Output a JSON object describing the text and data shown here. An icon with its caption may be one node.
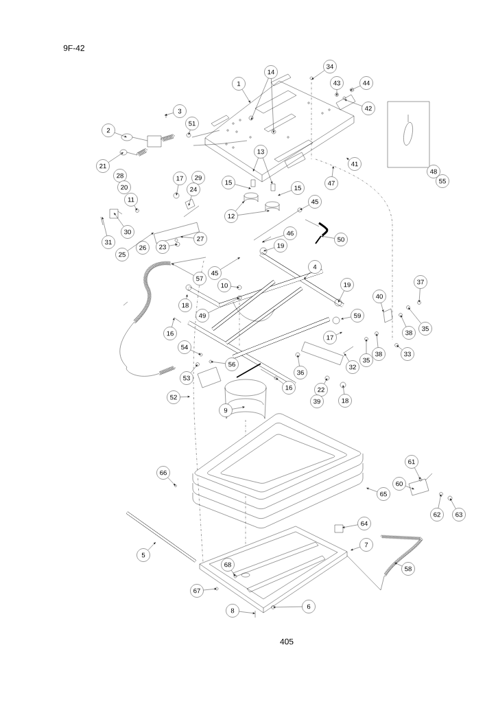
{
  "diagram": {
    "title": "9F-42",
    "nodes": [
      {
        "text": [
          "1"
        ]
      },
      {
        "text": [
          "14"
        ]
      },
      {
        "text": [
          "34"
        ]
      },
      {
        "text": [
          "43"
        ]
      },
      {
        "text": [
          "44"
        ]
      },
      {
        "text": [
          "42"
        ]
      },
      {
        "text": [
          "3"
        ]
      },
      {
        "text": [
          "2"
        ]
      },
      {
        "text": [
          "51"
        ]
      },
      {
        "text": [
          "21"
        ]
      },
      {
        "text": [
          "13"
        ]
      },
      {
        "text": [
          "41"
        ]
      },
      {
        "text": [
          "47"
        ]
      },
      {
        "text": [
          "48"
        ]
      },
      {
        "text": [
          "55"
        ]
      },
      {
        "text": [
          "28"
        ]
      },
      {
        "text": [
          "20"
        ]
      },
      {
        "text": [
          "17"
        ]
      },
      {
        "text": [
          "29"
        ]
      },
      {
        "text": [
          "24"
        ]
      },
      {
        "text": [
          "15"
        ]
      },
      {
        "text": [
          "15"
        ]
      },
      {
        "text": [
          "11"
        ]
      },
      {
        "text": [
          "45"
        ]
      },
      {
        "text": [
          "12"
        ]
      },
      {
        "text": [
          "30"
        ]
      },
      {
        "text": [
          "31"
        ]
      },
      {
        "text": [
          "46"
        ]
      },
      {
        "text": [
          "27"
        ]
      },
      {
        "text": [
          "50"
        ]
      },
      {
        "text": [
          "25"
        ]
      },
      {
        "text": [
          "26"
        ]
      },
      {
        "text": [
          "23"
        ]
      },
      {
        "text": [
          "19"
        ]
      },
      {
        "text": [
          "57"
        ]
      },
      {
        "text": [
          "45"
        ]
      },
      {
        "text": [
          "4"
        ]
      },
      {
        "text": [
          "10"
        ]
      },
      {
        "text": [
          "19"
        ]
      },
      {
        "text": [
          "37"
        ]
      },
      {
        "text": [
          "40"
        ]
      },
      {
        "text": [
          "18"
        ]
      },
      {
        "text": [
          "49"
        ]
      },
      {
        "text": [
          "59"
        ]
      },
      {
        "text": [
          "38"
        ]
      },
      {
        "text": [
          "35"
        ]
      },
      {
        "text": [
          "17"
        ]
      },
      {
        "text": [
          "16"
        ]
      },
      {
        "text": [
          "35"
        ]
      },
      {
        "text": [
          "38"
        ]
      },
      {
        "text": [
          "33"
        ]
      },
      {
        "text": [
          "54"
        ]
      },
      {
        "text": [
          "56"
        ]
      },
      {
        "text": [
          "36"
        ]
      },
      {
        "text": [
          "32"
        ]
      },
      {
        "text": [
          "53"
        ]
      },
      {
        "text": [
          "16"
        ]
      },
      {
        "text": [
          "22"
        ]
      },
      {
        "text": [
          "39"
        ]
      },
      {
        "text": [
          "18"
        ]
      },
      {
        "text": [
          "52"
        ]
      },
      {
        "text": [
          "9"
        ]
      },
      {
        "text": [
          "61"
        ]
      },
      {
        "text": [
          "60"
        ]
      },
      {
        "text": [
          "66"
        ]
      },
      {
        "text": [
          "65"
        ]
      },
      {
        "text": [
          "62"
        ]
      },
      {
        "text": [
          "63"
        ]
      },
      {
        "text": [
          "64"
        ]
      },
      {
        "text": [
          "7"
        ]
      },
      {
        "text": [
          "5"
        ]
      },
      {
        "text": [
          "58"
        ]
      },
      {
        "text": [
          "68"
        ]
      },
      {
        "text": [
          "67"
        ]
      },
      {
        "text": [
          "6"
        ]
      },
      {
        "text": [
          "8"
        ]
      }
    ],
    "edges": [
      {
        "from": 0,
        "to": null,
        "arrow": "to"
      },
      {
        "from": 1,
        "to": null,
        "arrow": "to"
      },
      {
        "from": 1,
        "to": null,
        "arrow": "to"
      },
      {
        "from": 2,
        "to": null,
        "arrow": "to"
      },
      {
        "from": 3,
        "to": null,
        "arrow": "to"
      },
      {
        "from": 4,
        "to": null,
        "arrow": "to"
      },
      {
        "from": 5,
        "to": null,
        "arrow": "to"
      },
      {
        "from": 6,
        "to": null,
        "arrow": "to"
      },
      {
        "from": 7,
        "to": null,
        "arrow": "to"
      },
      {
        "from": 8,
        "to": null,
        "arrow": "to"
      },
      {
        "from": 9,
        "to": null,
        "arrow": "to"
      },
      {
        "from": 10,
        "to": null,
        "arrow": "to"
      },
      {
        "from": 10,
        "to": null,
        "arrow": "to"
      },
      {
        "from": 11,
        "to": null,
        "arrow": "to"
      },
      {
        "from": 12,
        "to": null,
        "arrow": "to"
      },
      {
        "from": 17,
        "to": null,
        "arrow": "to"
      },
      {
        "from": 19,
        "to": null,
        "arrow": "to"
      },
      {
        "from": 20,
        "to": null,
        "arrow": "to"
      },
      {
        "from": 21,
        "to": null,
        "arrow": "to"
      },
      {
        "from": 22,
        "to": null,
        "arrow": "to"
      },
      {
        "from": 23,
        "to": null,
        "arrow": "to"
      },
      {
        "from": 24,
        "to": null,
        "arrow": "to"
      },
      {
        "from": 24,
        "to": null,
        "arrow": "to"
      },
      {
        "from": 25,
        "to": null,
        "arrow": "to"
      },
      {
        "from": 26,
        "to": null,
        "arrow": "to"
      },
      {
        "from": 27,
        "to": null,
        "arrow": "to"
      },
      {
        "from": 28,
        "to": null,
        "arrow": "to"
      },
      {
        "from": 29,
        "to": null,
        "arrow": "to"
      },
      {
        "from": 30,
        "to": null,
        "arrow": "to"
      },
      {
        "from": 32,
        "to": null,
        "arrow": "to"
      },
      {
        "from": 33,
        "to": null,
        "arrow": "to"
      },
      {
        "from": 34,
        "to": null,
        "arrow": "to"
      },
      {
        "from": 35,
        "to": null,
        "arrow": "to"
      },
      {
        "from": 36,
        "to": null,
        "arrow": "to"
      },
      {
        "from": 37,
        "to": null,
        "arrow": "to"
      },
      {
        "from": 38,
        "to": null,
        "arrow": "to"
      },
      {
        "from": 39,
        "to": null,
        "arrow": "to"
      },
      {
        "from": 40,
        "to": null,
        "arrow": "to"
      },
      {
        "from": 41,
        "to": null,
        "arrow": "to"
      },
      {
        "from": 42,
        "to": null,
        "arrow": "to"
      },
      {
        "from": 43,
        "to": null,
        "arrow": "to"
      },
      {
        "from": 44,
        "to": null,
        "arrow": "to"
      },
      {
        "from": 45,
        "to": null,
        "arrow": "to"
      },
      {
        "from": 46,
        "to": null,
        "arrow": "to"
      },
      {
        "from": 47,
        "to": null,
        "arrow": "to"
      },
      {
        "from": 48,
        "to": null,
        "arrow": "to"
      },
      {
        "from": 49,
        "to": null,
        "arrow": "to"
      },
      {
        "from": 50,
        "to": null,
        "arrow": "to"
      },
      {
        "from": 51,
        "to": null,
        "arrow": "to"
      },
      {
        "from": 52,
        "to": null,
        "arrow": "to"
      },
      {
        "from": 53,
        "to": null,
        "arrow": "to"
      },
      {
        "from": 54,
        "to": null,
        "arrow": "to"
      },
      {
        "from": 55,
        "to": null,
        "arrow": "to"
      },
      {
        "from": 56,
        "to": null,
        "arrow": "to"
      },
      {
        "from": 57,
        "to": null,
        "arrow": "to"
      },
      {
        "from": 59,
        "to": null,
        "arrow": "to"
      },
      {
        "from": 60,
        "to": null,
        "arrow": "to"
      },
      {
        "from": 61,
        "to": null,
        "arrow": "to"
      },
      {
        "from": 62,
        "to": null,
        "arrow": "to"
      },
      {
        "from": 63,
        "to": null,
        "arrow": "to"
      },
      {
        "from": 64,
        "to": null,
        "arrow": "to"
      },
      {
        "from": 65,
        "to": null,
        "arrow": "to"
      },
      {
        "from": 66,
        "to": null,
        "arrow": "to"
      },
      {
        "from": 67,
        "to": null,
        "arrow": "to"
      },
      {
        "from": 68,
        "to": null,
        "arrow": "to"
      },
      {
        "from": 69,
        "to": null,
        "arrow": "to"
      },
      {
        "from": 70,
        "to": null,
        "arrow": "to"
      },
      {
        "from": 71,
        "to": null,
        "arrow": "to"
      },
      {
        "from": 72,
        "to": null,
        "arrow": "to"
      },
      {
        "from": 73,
        "to": null,
        "arrow": "to"
      },
      {
        "from": 74,
        "to": null,
        "arrow": "to"
      },
      {
        "from": 75,
        "to": null,
        "arrow": "to"
      }
    ],
    "labels": [
      "405"
    ]
  }
}
